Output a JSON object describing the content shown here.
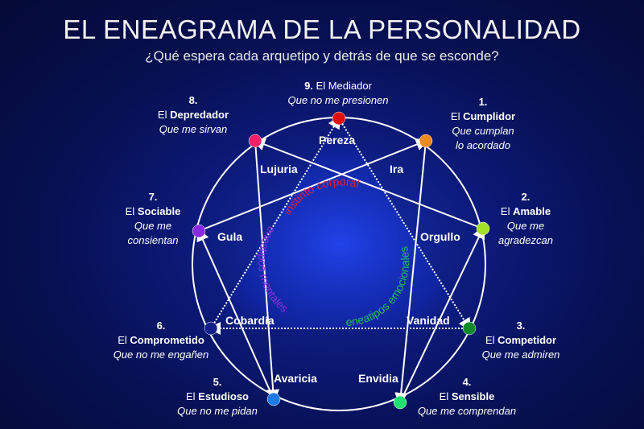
{
  "title": "EL ENEAGRAMA DE LA PERSONALIDAD",
  "subtitle": "¿Qué espera cada arquetipo y detrás de que se esconde?",
  "types": {
    "t9": {
      "num": "9.",
      "name_pre": "El ",
      "name_bold": "Mediador",
      "want": [
        "Que no me presionen"
      ],
      "color": "#e01010"
    },
    "t1": {
      "num": "1.",
      "name_pre": "El ",
      "name_bold": "Cumplidor",
      "want": [
        "Que cumplan",
        "lo acordado"
      ],
      "color": "#f08a1c"
    },
    "t2": {
      "num": "2.",
      "name_pre": "El ",
      "name_bold": "Amable",
      "want": [
        "Que me",
        "agradezcan"
      ],
      "color": "#a2e02a"
    },
    "t3": {
      "num": "3.",
      "name_pre": "El ",
      "name_bold": "Competidor",
      "want": [
        "Que me admiren"
      ],
      "color": "#0f8a2a"
    },
    "t4": {
      "num": "4.",
      "name_pre": "El ",
      "name_bold": "Sensible",
      "want": [
        "Que me comprendan"
      ],
      "color": "#20e070"
    },
    "t5": {
      "num": "5.",
      "name_pre": "El ",
      "name_bold": "Estudioso",
      "want": [
        "Que no me pidan"
      ],
      "color": "#1f7ae8"
    },
    "t6": {
      "num": "6.",
      "name_pre": "El ",
      "name_bold": "Comprometido",
      "want": [
        "Que no me engañen"
      ],
      "color": "#12208a"
    },
    "t7": {
      "num": "7.",
      "name_pre": "El ",
      "name_bold": "Sociable",
      "want": [
        "Que me",
        "consientan"
      ],
      "color": "#8a2ae0"
    },
    "t8": {
      "num": "8.",
      "name_pre": "El ",
      "name_bold": "Depredador",
      "want": [
        "Que me sirvan"
      ],
      "color": "#f0206a"
    }
  },
  "passions": {
    "pereza": "Pereza",
    "ira": "Ira",
    "orgullo": "Orgullo",
    "vanidad": "Vanidad",
    "envidia": "Envidia",
    "avaricia": "Avaricia",
    "cobardia": "Cobardía",
    "gula": "Gula",
    "lujuria": "Lujuria"
  },
  "centers": {
    "corporal": {
      "text": "instinto corporal",
      "color": "#e0203a"
    },
    "emocional": {
      "text": "eneatipos emocionales",
      "color": "#20c050"
    },
    "mental": {
      "text": "eneatipos mentales",
      "color": "#8a30d8"
    }
  }
}
